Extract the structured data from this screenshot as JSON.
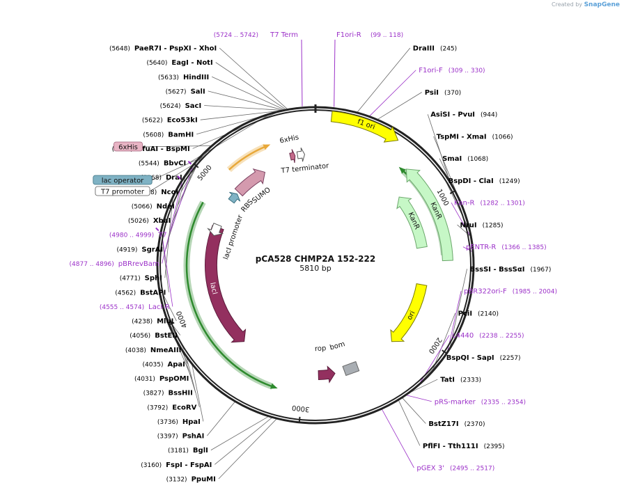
{
  "credit": {
    "prefix": "Created by",
    "brand": "SnapGene"
  },
  "plasmid": {
    "name": "pCA528 CHMP2A 152-222",
    "length_label": "5810 bp",
    "length": 5810
  },
  "ticks": [
    {
      "pos": 1000,
      "label": "1000"
    },
    {
      "pos": 2000,
      "label": "2000"
    },
    {
      "pos": 3000,
      "label": "3000"
    },
    {
      "pos": 4000,
      "label": "4000"
    },
    {
      "pos": 5000,
      "label": "5000"
    }
  ],
  "colors": {
    "enzyme_label": "#000000",
    "primer_label": "#9b30c8",
    "line": "#666666",
    "primer_line": "#9b30c8"
  },
  "left_labels": [
    {
      "name": "PaeR7I  - PspXI  - XhoI",
      "pos_text": "(5648)",
      "site": 5648,
      "primer": false
    },
    {
      "name": "EagI  - NotI",
      "pos_text": "(5640)",
      "site": 5640,
      "primer": false
    },
    {
      "name": "HindIII",
      "pos_text": "(5633)",
      "site": 5633,
      "primer": false
    },
    {
      "name": "SalI",
      "pos_text": "(5627)",
      "site": 5627,
      "primer": false
    },
    {
      "name": "SacI",
      "pos_text": "(5624)",
      "site": 5624,
      "primer": false
    },
    {
      "name": "Eco53kI",
      "pos_text": "(5622)",
      "site": 5622,
      "primer": false
    },
    {
      "name": "BamHI",
      "pos_text": "(5608)",
      "site": 5608,
      "primer": false
    },
    {
      "name": "BfuAI  - BspMI",
      "pos_text": "(5600)",
      "site": 5600,
      "primer": false
    },
    {
      "name": "BbvCI",
      "pos_text": "(5544)",
      "site": 5544,
      "primer": false
    },
    {
      "name": "DraI",
      "pos_text": "(5168)",
      "site": 5168,
      "primer": false
    },
    {
      "name": "NcoI",
      "pos_text": "(5088)",
      "site": 5088,
      "primer": false
    },
    {
      "name": "NdeI",
      "pos_text": "(5066)",
      "site": 5066,
      "primer": false
    },
    {
      "name": "XbaI",
      "pos_text": "(5026)",
      "site": 5026,
      "primer": false
    },
    {
      "name": "T7",
      "pos_text": "(4980 .. 4999)",
      "site": 4990,
      "primer": true
    },
    {
      "name": "SgrAI",
      "pos_text": "(4919)",
      "site": 4919,
      "primer": false
    },
    {
      "name": "pBRrevBam",
      "pos_text": "(4877 .. 4896)",
      "site": 4886,
      "primer": true
    },
    {
      "name": "SphI",
      "pos_text": "(4771)",
      "site": 4771,
      "primer": false
    },
    {
      "name": "BstAPI",
      "pos_text": "(4562)",
      "site": 4562,
      "primer": false
    },
    {
      "name": "LacI-R",
      "pos_text": "(4555 .. 4574)",
      "site": 4564,
      "primer": true
    },
    {
      "name": "MluI",
      "pos_text": "(4238)",
      "site": 4238,
      "primer": false
    },
    {
      "name": "BstEII",
      "pos_text": "(4056)",
      "site": 4056,
      "primer": false
    },
    {
      "name": "NmeAIII",
      "pos_text": "(4038)",
      "site": 4038,
      "primer": false
    },
    {
      "name": "ApaI",
      "pos_text": "(4035)",
      "site": 4035,
      "primer": false
    },
    {
      "name": "PspOMI",
      "pos_text": "(4031)",
      "site": 4031,
      "primer": false
    },
    {
      "name": "BssHII",
      "pos_text": "(3827)",
      "site": 3827,
      "primer": false
    },
    {
      "name": "EcoRV",
      "pos_text": "(3792)",
      "site": 3792,
      "primer": false
    },
    {
      "name": "HpaI",
      "pos_text": "(3736)",
      "site": 3736,
      "primer": false
    },
    {
      "name": "PshAI",
      "pos_text": "(3397)",
      "site": 3397,
      "primer": false
    },
    {
      "name": "BglI",
      "pos_text": "(3181)",
      "site": 3181,
      "primer": false
    },
    {
      "name": "FspI  - FspAI",
      "pos_text": "(3160)",
      "site": 3160,
      "primer": false
    },
    {
      "name": "PpuMI",
      "pos_text": "(3132)",
      "site": 3132,
      "primer": false
    }
  ],
  "feature_tags": [
    {
      "name": "6xHis",
      "site": 5150,
      "bg": "#e8b4c4",
      "border": "#a0607a"
    },
    {
      "name": "lac operator",
      "site": 5040,
      "bg": "#7fb2c4",
      "border": "#3a7080"
    },
    {
      "name": "T7 promoter",
      "site": 5000,
      "bg": "#ffffff",
      "border": "#555555"
    }
  ],
  "top_primers": [
    {
      "name": "T7 Term",
      "pos_text": "(5724 .. 5742)",
      "site": 5733,
      "primer": true
    },
    {
      "name": "F1ori-R",
      "pos_text": "(99 .. 118)",
      "site": 108,
      "primer": true
    }
  ],
  "right_labels": [
    {
      "name": "DraIII",
      "pos_text": "(245)",
      "site": 245,
      "primer": false
    },
    {
      "name": "F1ori-F",
      "pos_text": "(309 .. 330)",
      "site": 320,
      "primer": true
    },
    {
      "name": "PsiI",
      "pos_text": "(370)",
      "site": 370,
      "primer": false
    },
    {
      "name": "AsiSI  - PvuI",
      "pos_text": "(944)",
      "site": 944,
      "primer": false
    },
    {
      "name": "TspMI  - XmaI",
      "pos_text": "(1066)",
      "site": 1066,
      "primer": false
    },
    {
      "name": "SmaI",
      "pos_text": "(1068)",
      "site": 1068,
      "primer": false
    },
    {
      "name": "BspDI  - ClaI",
      "pos_text": "(1249)",
      "site": 1249,
      "primer": false
    },
    {
      "name": "Kan-R",
      "pos_text": "(1282 .. 1301)",
      "site": 1291,
      "primer": true
    },
    {
      "name": "NruI",
      "pos_text": "(1285)",
      "site": 1285,
      "primer": false
    },
    {
      "name": "pENTR-R",
      "pos_text": "(1366 .. 1385)",
      "site": 1375,
      "primer": true
    },
    {
      "name": "BssSI  - BssSαI",
      "pos_text": "(1967)",
      "site": 1967,
      "primer": false
    },
    {
      "name": "pBR322ori-F",
      "pos_text": "(1985 .. 2004)",
      "site": 1994,
      "primer": true
    },
    {
      "name": "PciI",
      "pos_text": "(2140)",
      "site": 2140,
      "primer": false
    },
    {
      "name": "L4440",
      "pos_text": "(2238 .. 2255)",
      "site": 2246,
      "primer": true
    },
    {
      "name": "BspQI  - SapI",
      "pos_text": "(2257)",
      "site": 2257,
      "primer": false
    },
    {
      "name": "TatI",
      "pos_text": "(2333)",
      "site": 2333,
      "primer": false
    },
    {
      "name": "pRS-marker",
      "pos_text": "(2335 .. 2354)",
      "site": 2344,
      "primer": true
    },
    {
      "name": "BstZ17I",
      "pos_text": "(2370)",
      "site": 2370,
      "primer": false
    },
    {
      "name": "PflFI  - Tth111I",
      "pos_text": "(2395)",
      "site": 2395,
      "primer": false
    },
    {
      "name": "pGEX 3'",
      "pos_text": "(2495 .. 2517)",
      "site": 2506,
      "primer": true
    }
  ],
  "features": [
    {
      "name": "f1 ori",
      "start": 100,
      "end": 540,
      "color": "#ffff00",
      "stroke": "#7a7a00",
      "dir": 1,
      "radius": 215,
      "width": 15,
      "label_inside": true
    },
    {
      "name": "KanR",
      "start": 700,
      "end": 1420,
      "color": "#c6f7c6",
      "stroke": "#6aa66a",
      "dir": -1,
      "radius": 190,
      "width": 15,
      "label_inside": true
    },
    {
      "name": "KanR",
      "start": 820,
      "end": 1300,
      "color": "#c6f7c6",
      "stroke": "#6aa66a",
      "dir": -1,
      "radius": 155,
      "width": 15,
      "label_inside": true
    },
    {
      "name": "ori",
      "start": 1620,
      "end": 2180,
      "color": "#ffff00",
      "stroke": "#7a7a00",
      "dir": 1,
      "radius": 155,
      "width": 15,
      "label_inside": true
    },
    {
      "name": "lacI",
      "start": 3600,
      "end": 4700,
      "color": "#93305f",
      "stroke": "#5a1a3a",
      "dir": -1,
      "radius": 150,
      "width": 17,
      "label_inside": true,
      "text_color": "#ffffff"
    },
    {
      "name": "SUMO",
      "start": 5060,
      "end": 5350,
      "color": "#d49aae",
      "stroke": "#7a4060",
      "dir": 1,
      "radius": 152,
      "width": 15,
      "label_inside": false
    }
  ],
  "outer_features": [
    {
      "start": 5130,
      "end": 5440,
      "color": "#e8a83a",
      "dir": 1,
      "radius": 185
    },
    {
      "start": 690,
      "end": 1380,
      "color": "#2d8a2d",
      "dir": -1,
      "radius": 185
    },
    {
      "start": 3220,
      "end": 4830,
      "color": "#2d8a2d",
      "dir": -1,
      "radius": 185
    }
  ],
  "small_labels": [
    {
      "name": "6xHis",
      "site": 5620
    },
    {
      "name": "T7 terminator",
      "site": 5710
    },
    {
      "name": "RBS",
      "site": 5020
    },
    {
      "name": "SUMO",
      "site": 5200
    },
    {
      "name": "lacI promoter",
      "site": 4660
    },
    {
      "name": "rop",
      "site": 2850
    },
    {
      "name": "bom",
      "site": 2660
    }
  ]
}
